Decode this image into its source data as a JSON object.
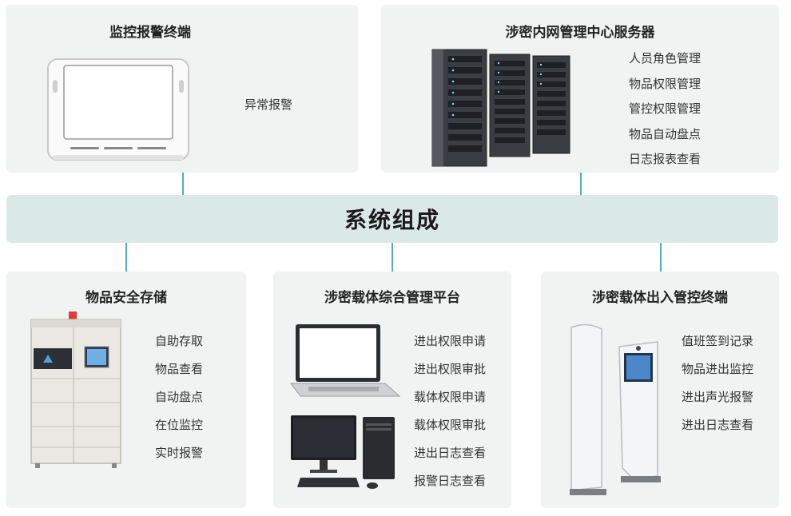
{
  "center": {
    "title": "系统组成"
  },
  "panels": {
    "monitor_terminal": {
      "title": "监控报警终端",
      "features": [
        "异常报警"
      ]
    },
    "server": {
      "title": "涉密内网管理中心服务器",
      "features": [
        "人员角色管理",
        "物品权限管理",
        "管控权限管理",
        "物品自动盘点",
        "日志报表查看"
      ]
    },
    "storage": {
      "title": "物品安全存储",
      "features": [
        "自助存取",
        "物品查看",
        "自动盘点",
        "在位监控",
        "实时报警"
      ]
    },
    "platform": {
      "title": "涉密载体综合管理平台",
      "features": [
        "进出权限申请",
        "进出权限审批",
        "载体权限申请",
        "载体权限审批",
        "进出日志查看",
        "报警日志查看"
      ]
    },
    "gate_terminal": {
      "title": "涉密载体出入管控终端",
      "features": [
        "值班签到记录",
        "物品进出监控",
        "进出声光报警",
        "进出日志查看"
      ]
    }
  },
  "colors": {
    "connector": "#4fb3aa",
    "panel_bg": "#f0f3f2",
    "banner_bg": "#dbe9e6"
  },
  "icons": {
    "monitor_terminal": "wall-tablet-icon",
    "server": "server-rack-icon",
    "storage": "smart-locker-icon",
    "platform": "computer-icon",
    "gate_terminal": "security-gate-icon"
  }
}
